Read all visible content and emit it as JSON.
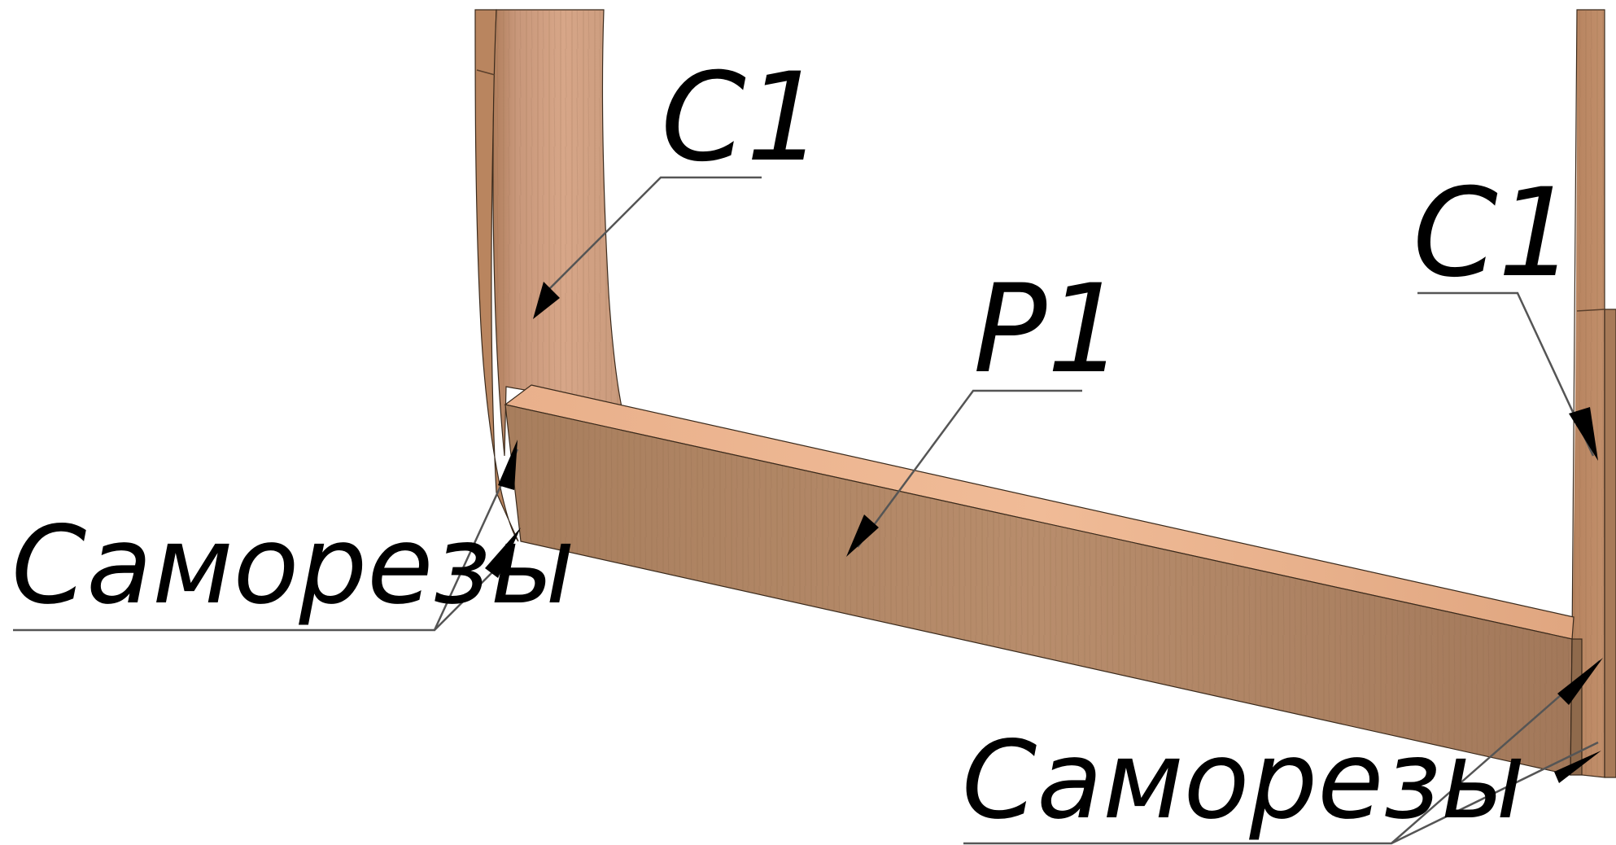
{
  "title": "",
  "labels": {
    "side_left": "С1",
    "side_right": "С1",
    "bottom_rail": "Р1",
    "screws_left": "Саморезы",
    "screws_right": "Саморезы"
  },
  "colors": {
    "background": "#ffffff",
    "wood_face": "#b68766",
    "wood_edge": "#e3a983",
    "wood_dark": "#9c7152",
    "text": "#000000",
    "leader_line": "#555555"
  }
}
